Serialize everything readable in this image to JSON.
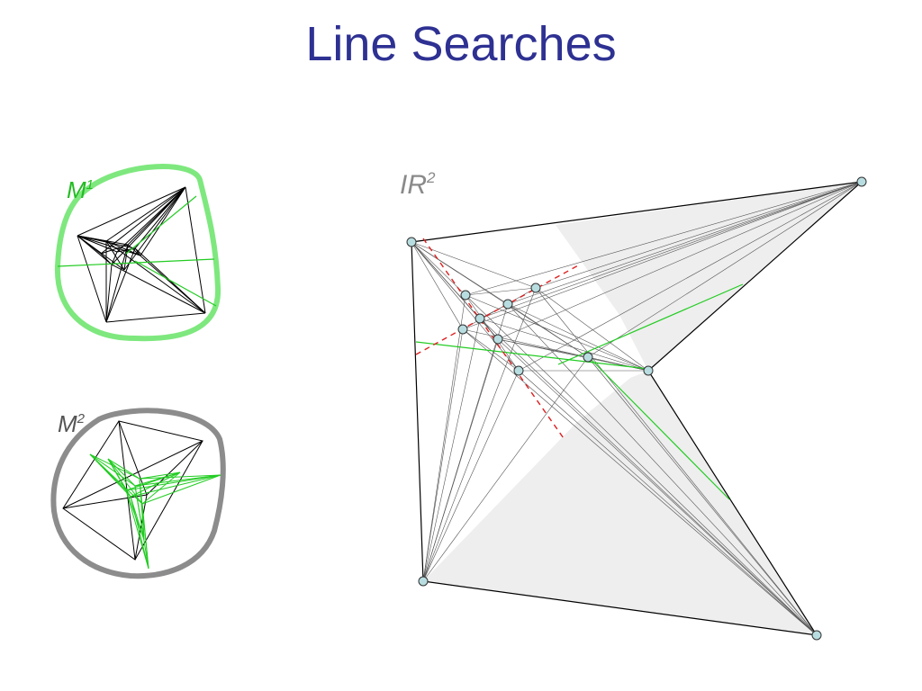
{
  "slide": {
    "title": "Line Searches"
  },
  "labels": {
    "m1": {
      "base": "M",
      "sup": "1"
    },
    "m2": {
      "base": "M",
      "sup": "2"
    },
    "r2": {
      "base": "IR",
      "sup": "2"
    }
  },
  "colors": {
    "title": "#2e3192",
    "m1_outline": "#7ee87e",
    "m1_label": "#22bb22",
    "m2_outline": "#8c8c8c",
    "m2_label": "#555555",
    "r2_label": "#8a8a8a",
    "search_line": "#22cc22",
    "dashed": "#dd2222",
    "node_fill": "#b8dde0",
    "shade": "#e8e8e8"
  }
}
